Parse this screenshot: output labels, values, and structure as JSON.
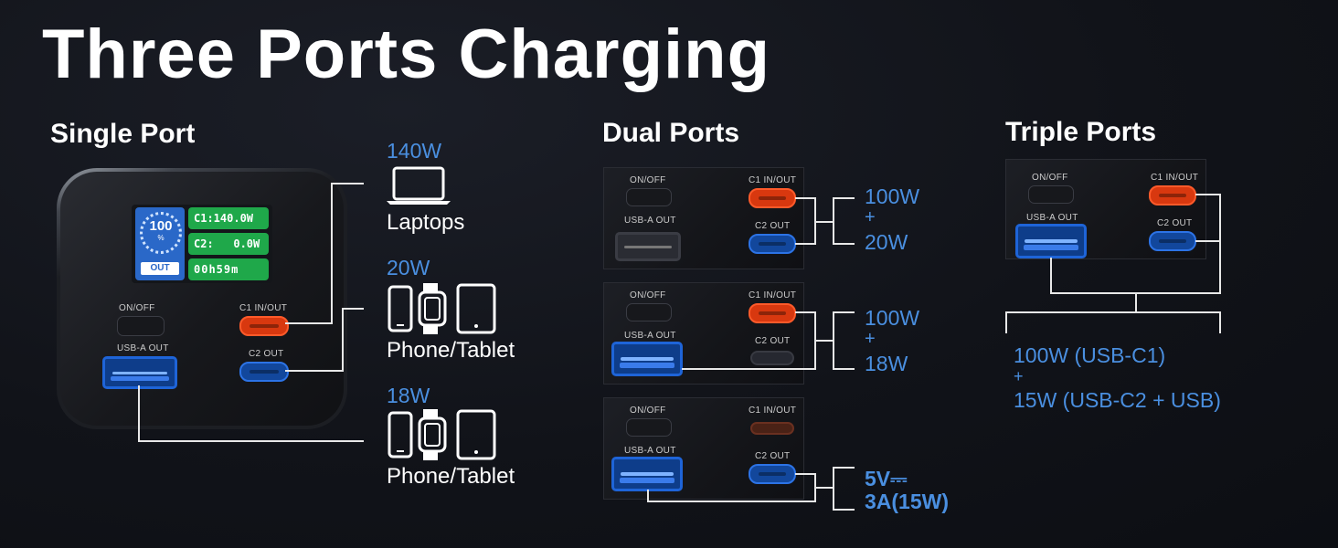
{
  "title": "Three Ports Charging",
  "sections": {
    "single": "Single Port",
    "dual": "Dual Ports",
    "triple": "Triple Ports"
  },
  "charger": {
    "percent": "100",
    "percent_sign": "%",
    "out_label": "OUT",
    "readouts": [
      "C1:140.0W",
      "C2:   0.0W",
      "00h59m"
    ],
    "onoff": "ON/OFF",
    "c1": "C1 IN/OUT",
    "c2": "C2 OUT",
    "usba": "USB-A OUT"
  },
  "single_port": [
    {
      "watts": "140W",
      "device": "Laptops",
      "icon": "laptop-icon"
    },
    {
      "watts": "20W",
      "device": "Phone/Tablet",
      "icon": "phone-watch-tablet-icon"
    },
    {
      "watts": "18W",
      "device": "Phone/Tablet",
      "icon": "phone-watch-tablet-icon"
    }
  ],
  "dual_ports": [
    {
      "top": "100W",
      "plus": "+",
      "bottom": "20W"
    },
    {
      "top": "100W",
      "plus": "+",
      "bottom": "18W"
    },
    {
      "top": "5V⎓",
      "bottom": "3A(15W)"
    }
  ],
  "triple_ports": {
    "line1": "100W (USB-C1)",
    "plus": "+",
    "line2": "15W (USB-C2 + USB)"
  },
  "colors": {
    "accent_blue": "#4a8fe0",
    "usb_c1_orange": "#d8380f",
    "usb_c2_blue": "#12479c",
    "display_green": "#1fa84a"
  }
}
